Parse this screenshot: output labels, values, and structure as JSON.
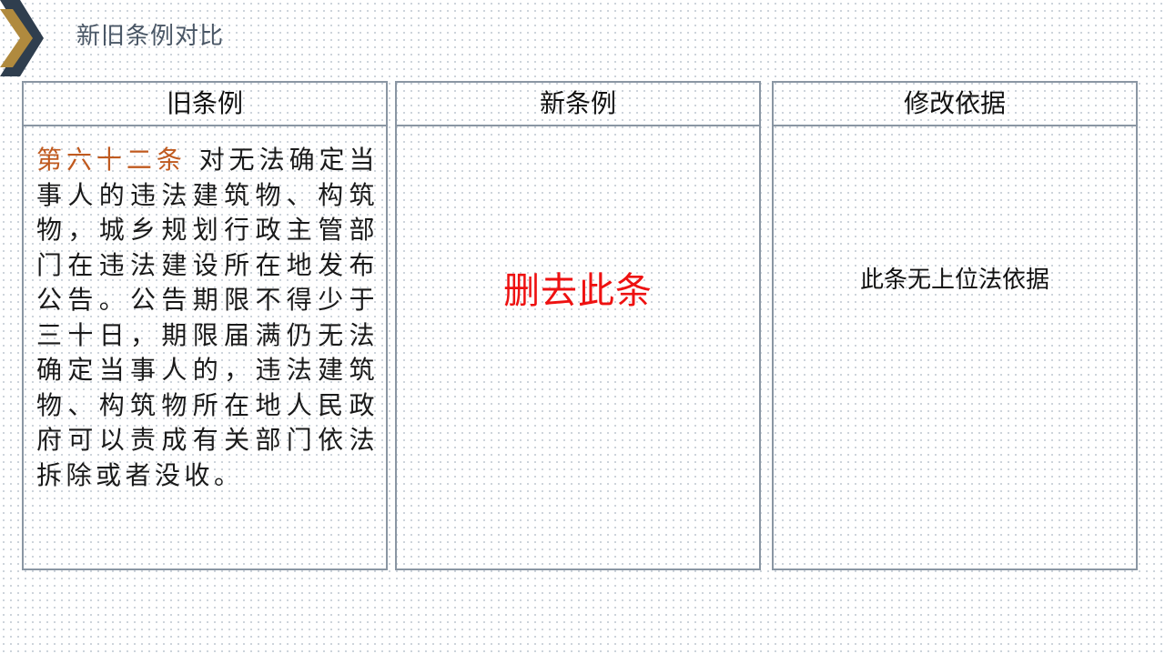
{
  "page": {
    "title": "新旧条例对比"
  },
  "columns": {
    "old": {
      "header": "旧条例",
      "article_no": "第六十二条",
      "body": "对无法确定当事人的违法建筑物、构筑物，城乡规划行政主管部门在违法建设所在地发布公告。公告期限不得少于三十日，期限届满仍无法确定当事人的，违法建筑物、构筑物所在地人民政府可以责成有关部门依法拆除或者没收。"
    },
    "new": {
      "header": "新条例",
      "content": "删去此条"
    },
    "basis": {
      "header": "修改依据",
      "content": "此条无上位法依据"
    }
  },
  "colors": {
    "article_no": "#c05a1f",
    "deleted_note": "#ee1111",
    "border": "#8a96a3",
    "chevron_gold": "#b08a3e",
    "chevron_navy": "#2f3e4e"
  }
}
